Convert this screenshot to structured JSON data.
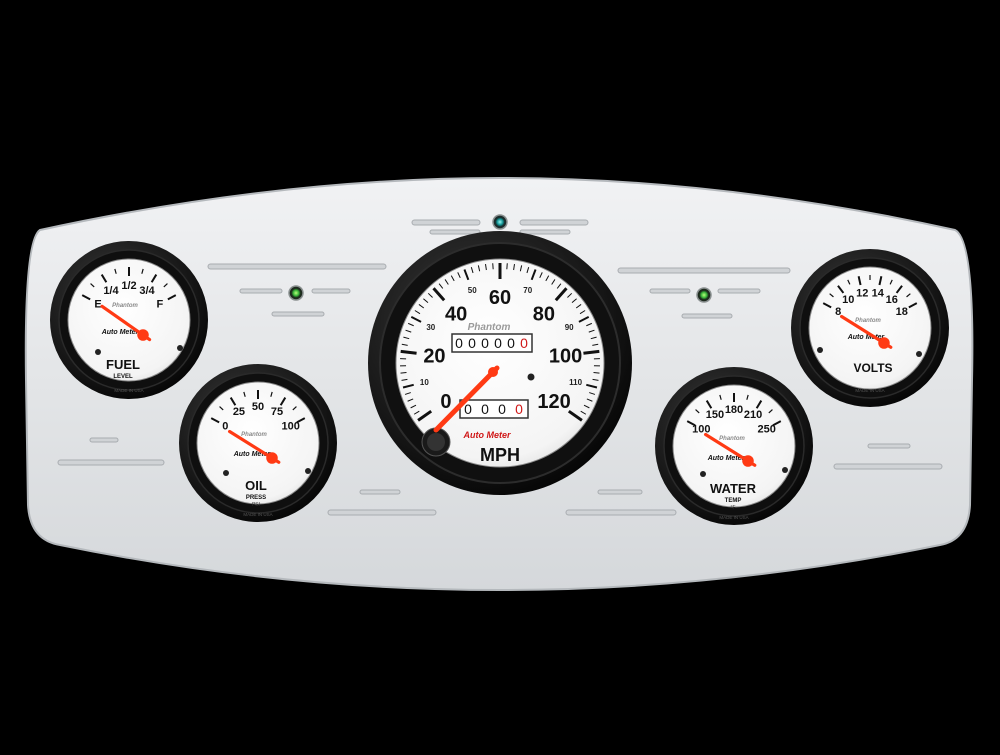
{
  "panel": {
    "background": "#e4e6e8",
    "accent_needle": "#ff3a14",
    "indicator_center_color": "#1a9c9c",
    "indicator_side_color": "#3db83d"
  },
  "speedometer": {
    "brand": "Auto Meter",
    "series": "Phantom",
    "unit": "MPH",
    "major_labels": [
      "0",
      "20",
      "40",
      "60",
      "80",
      "100",
      "120"
    ],
    "minor_labels": [
      "10",
      "30",
      "50",
      "70",
      "90",
      "110"
    ],
    "odometer": [
      "0",
      "0",
      "0",
      "0",
      "0",
      "0"
    ],
    "trip": [
      "0",
      "0",
      "0",
      "0"
    ],
    "reading": 0
  },
  "fuel_gauge": {
    "brand": "Auto Meter",
    "series": "Phantom",
    "labels": [
      "E",
      "1/4",
      "1/2",
      "3/4",
      "F"
    ],
    "title": "FUEL",
    "subtitle": "LEVEL",
    "made_in": "MADE IN USA",
    "reading": 0
  },
  "oil_gauge": {
    "brand": "Auto Meter",
    "series": "Phantom",
    "labels": [
      "0",
      "25",
      "50",
      "75",
      "100"
    ],
    "title": "OIL",
    "subtitle": "PRESS",
    "unit": "PSI",
    "made_in": "MADE IN USA",
    "reading": 0
  },
  "water_gauge": {
    "brand": "Auto Meter",
    "series": "Phantom",
    "labels": [
      "100",
      "150",
      "180",
      "210",
      "250"
    ],
    "title": "WATER",
    "subtitle": "TEMP",
    "unit": "°F",
    "made_in": "MADE IN USA",
    "reading": 100
  },
  "volts_gauge": {
    "brand": "Auto Meter",
    "series": "Phantom",
    "labels": [
      "8",
      "10",
      "12",
      "14",
      "16",
      "18"
    ],
    "title": "VOLTS",
    "made_in": "MADE IN USA",
    "reading": 8
  }
}
